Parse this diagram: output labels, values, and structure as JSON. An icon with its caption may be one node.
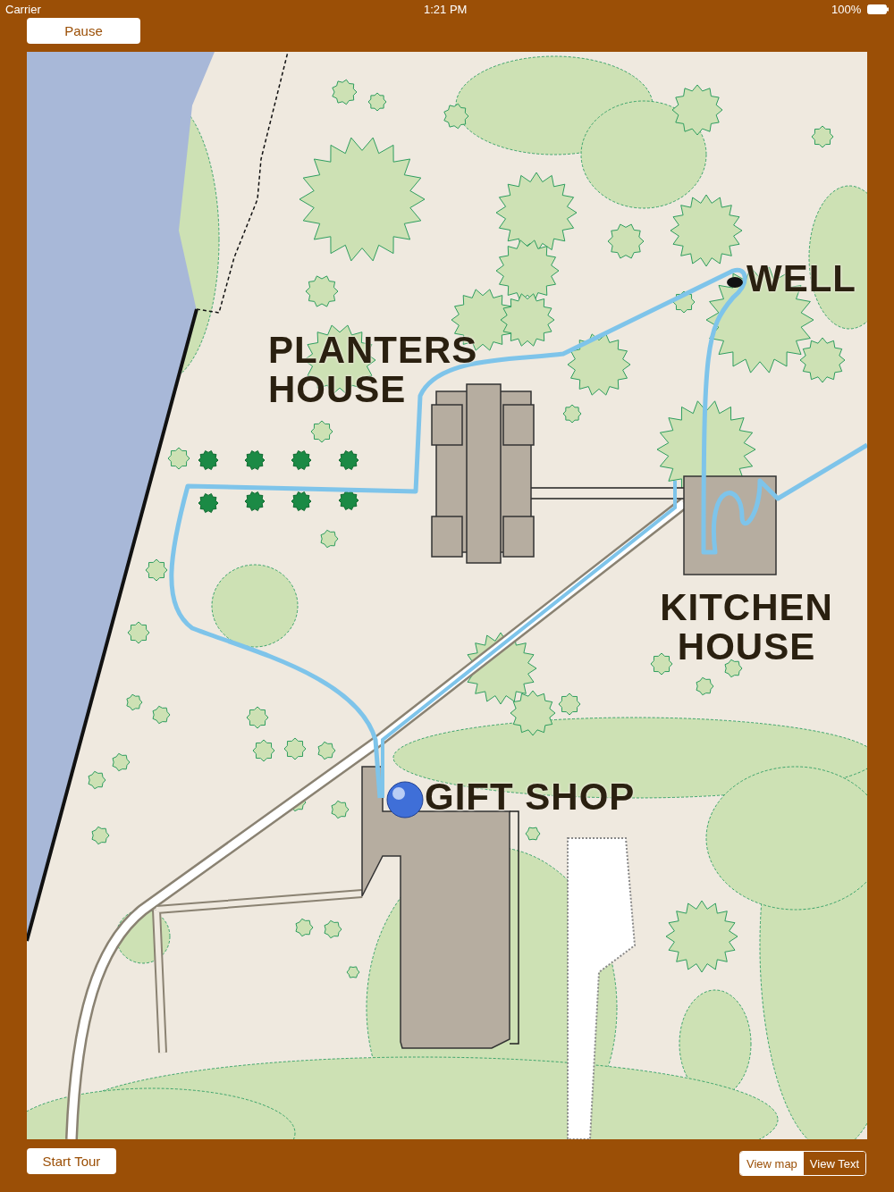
{
  "diagram": {
    "labels": [
      "Carrier",
      "1:21 PM",
      "100%",
      "Pause",
      "WELL",
      "PLANTERS HOUSE",
      "KITCHEN HOUSE",
      "GIFT SHOP",
      "Start Tour",
      "View map",
      "View Text"
    ]
  }
}
